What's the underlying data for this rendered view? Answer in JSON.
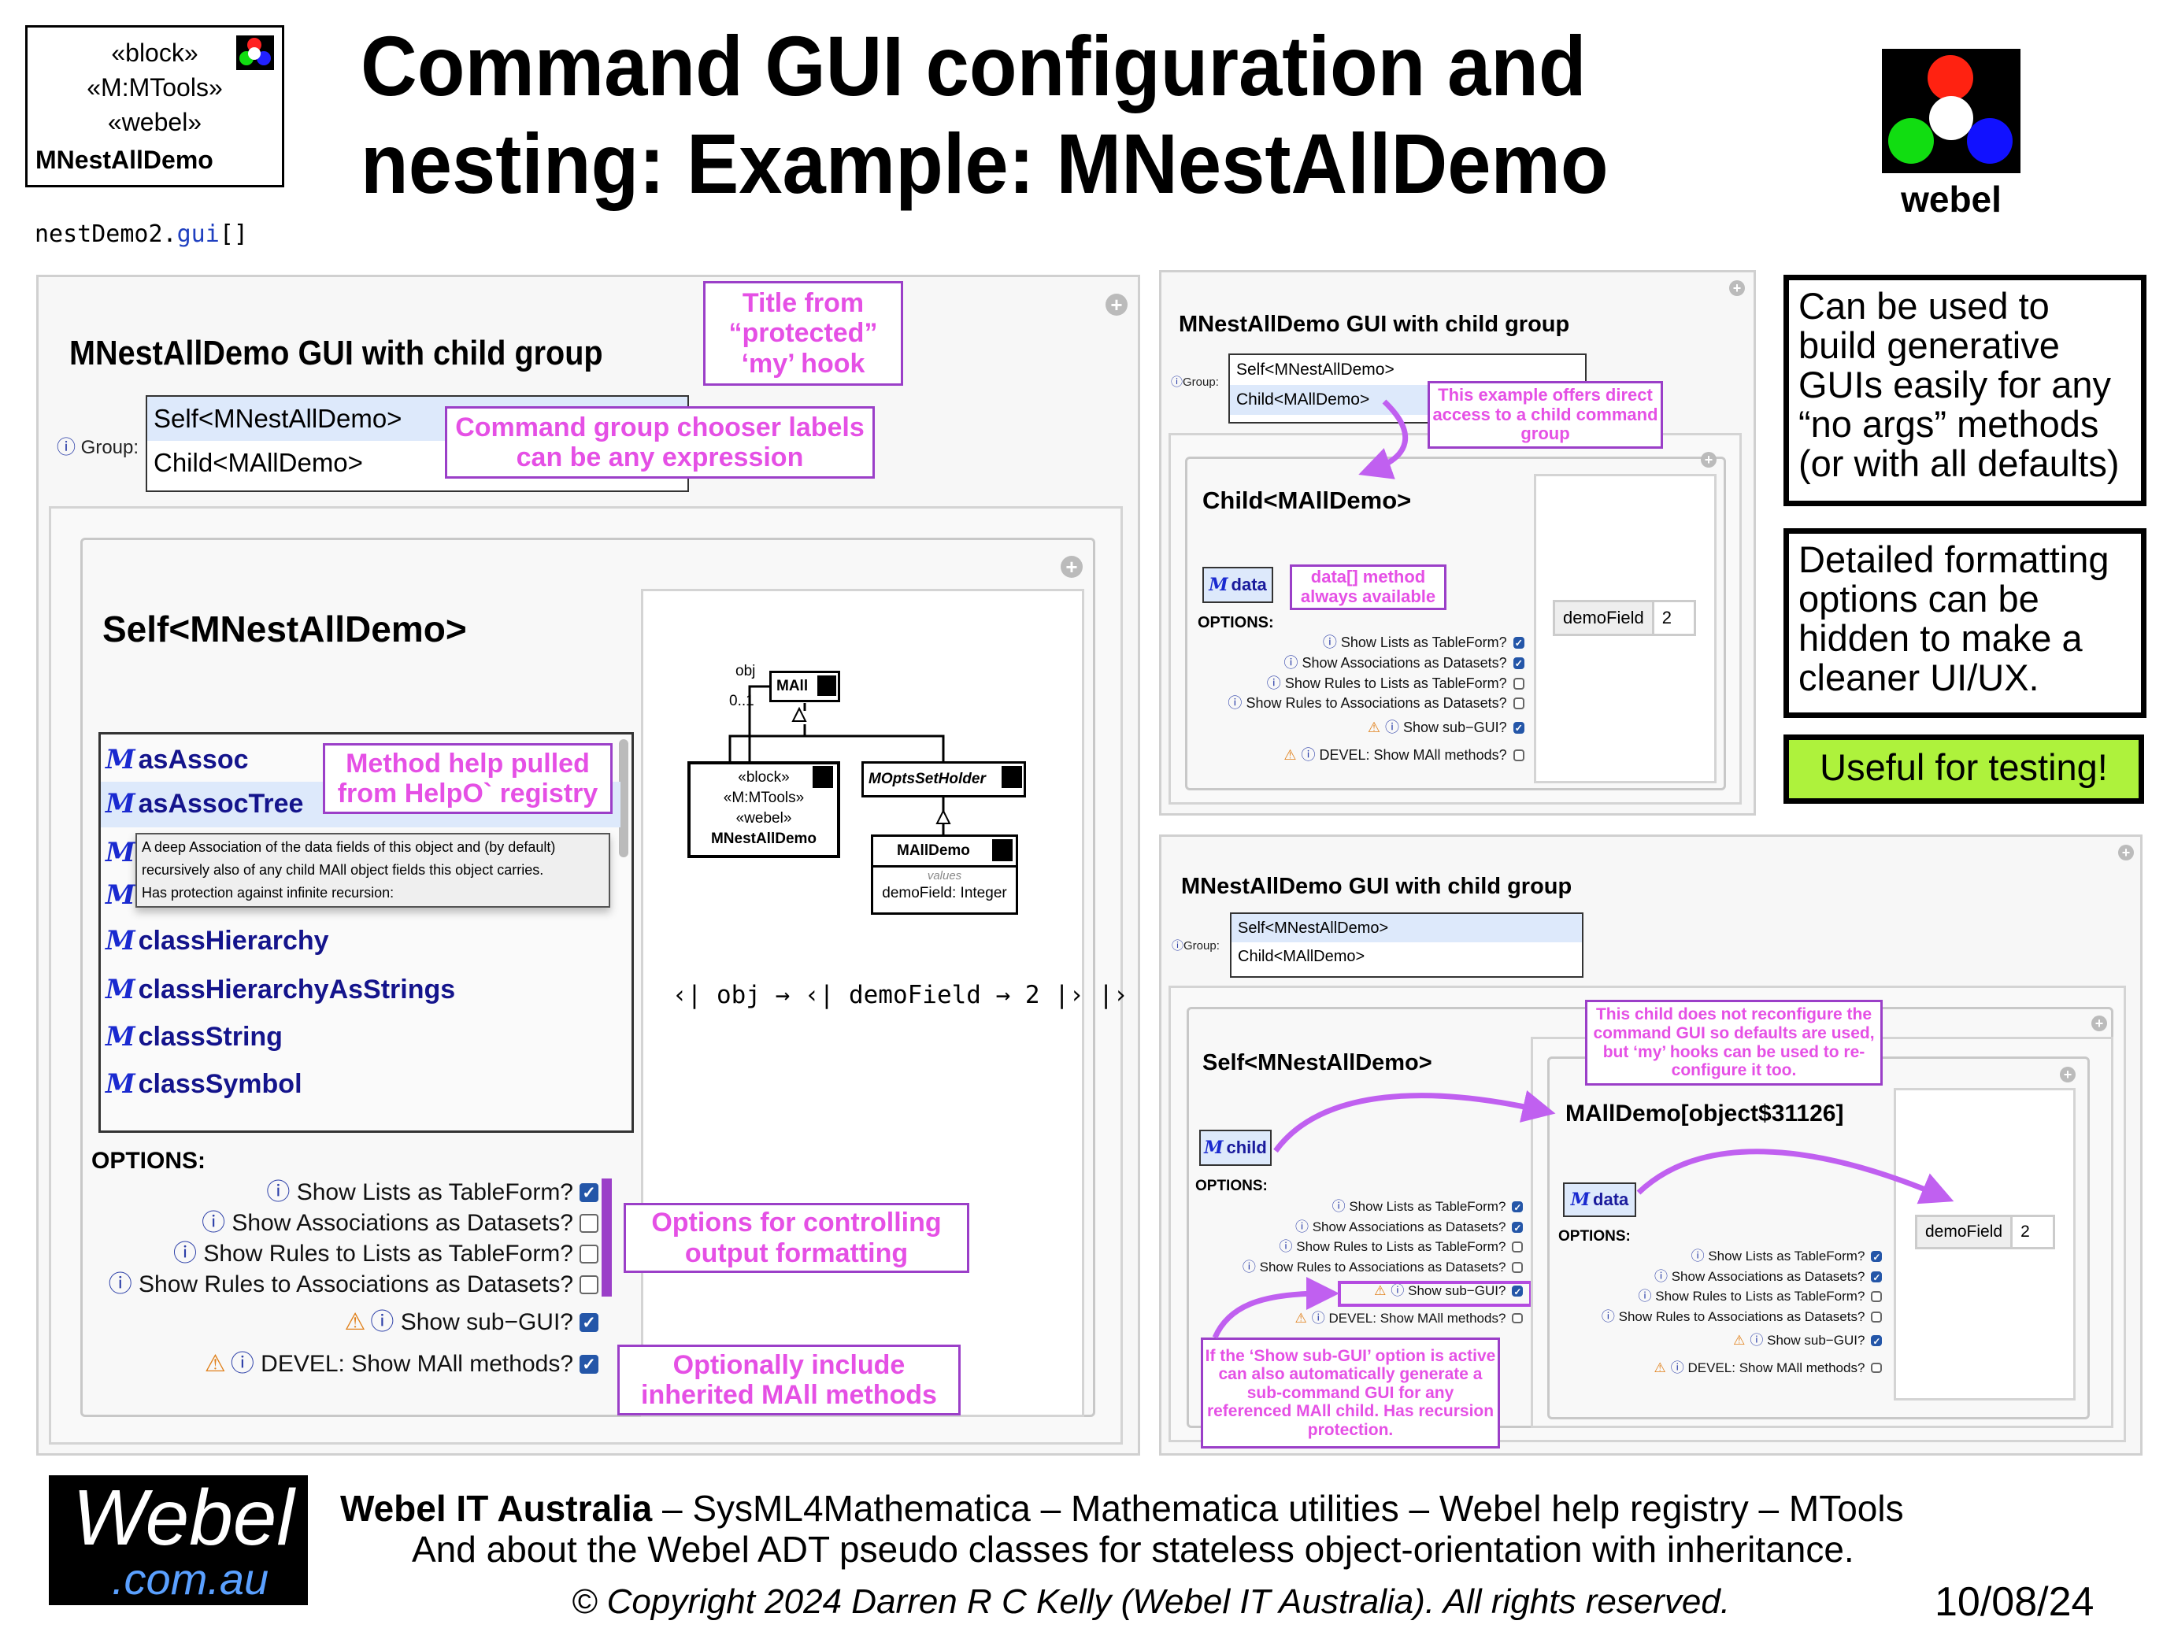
{
  "header": {
    "stereotypes": [
      "«block»",
      "«M:MTools»",
      "«webel»"
    ],
    "block_name": "MNestAllDemo",
    "file_ref_name": "nestDemo2.",
    "file_ref_ext": "gui",
    "file_ref_brackets": "[]",
    "title_line1": "Command GUI configuration and",
    "title_line2": "nesting: Example: MNestAllDemo",
    "logo_text": "webel"
  },
  "options": {
    "title": "OPTIONS:",
    "labels": [
      "Show Lists as TableForm?",
      "Show Associations as Datasets?",
      "Show Rules to Lists as TableForm?",
      "Show Rules to Associations as Datasets?",
      "Show sub−GUI?",
      "DEVEL: Show MAll methods?"
    ],
    "warn": [
      false,
      false,
      false,
      false,
      true,
      true
    ]
  },
  "left": {
    "title": "MNestAllDemo GUI with child group",
    "group_label": "Group:",
    "group_items": [
      "Self<MNestAllDemo>",
      "Child<MAllDemo>"
    ],
    "section_title": "Self<MNestAllDemo>",
    "methods": [
      "asAssoc",
      "asAssocTree",
      "classHierarchy",
      "classHierarchyAsStrings",
      "classString",
      "classSymbol"
    ],
    "tooltip": [
      "A deep Association of the data fields of this object and (by default)",
      "recursively also of any child MAll object fields this object carries.",
      "Has protection against infinite recursion:"
    ],
    "checked": [
      true,
      false,
      false,
      false,
      true,
      true
    ],
    "uml": {
      "obj_label": "obj",
      "mult": "0..1",
      "mall": "MAll",
      "block_stereo": [
        "«block»",
        "«M:MTools»",
        "«webel»"
      ],
      "block_name": "MNestAllDemo",
      "holder": "MOptsSetHolder",
      "malldemo": "MAllDemo",
      "values": "values",
      "field": "demoField",
      "field_type": ": Integer"
    },
    "expression": "‹| obj → ‹| demoField → 2 |› |›"
  },
  "right_top": {
    "title": "MNestAllDemo GUI with child group",
    "group_label": "Group:",
    "group_items": [
      "Self<MNestAllDemo>",
      "Child<MAllDemo>"
    ],
    "section_title": "Child<MAllDemo>",
    "method": "data",
    "field_name": "demoField",
    "field_value": "2",
    "checked": [
      true,
      true,
      false,
      false,
      true,
      false
    ]
  },
  "right_bottom": {
    "title": "MNestAllDemo GUI with child group",
    "group_label": "Group:",
    "group_items": [
      "Self<MNestAllDemo>",
      "Child<MAllDemo>"
    ],
    "section_title": "Self<MNestAllDemo>",
    "method": "child",
    "checked": [
      true,
      true,
      false,
      false,
      true,
      false
    ],
    "child_title": "MAllDemo[object$31126]",
    "child_method": "data",
    "field_name": "demoField",
    "field_value": "2",
    "child_checked": [
      true,
      true,
      false,
      false,
      true,
      false
    ]
  },
  "annotations": {
    "title_hook": "Title from “protected” ‘my’ hook",
    "chooser": "Command group chooser labels can be any expression",
    "method_help": "Method help pulled from HelpO` registry",
    "options": "Options for controlling output formatting",
    "inherited": "Optionally include inherited MAll methods",
    "direct_access": "This example offers direct access to a child command group",
    "data_method": "data[] method always available",
    "no_reconfig": "This child does not reconfigure the command GUI so defaults are used, but ‘my’ hooks can be used to re-configure it too.",
    "subgui": "If the ‘Show sub-GUI’ option is active can also automatically generate a sub-command GUI for any referenced MAll child. Has recursion protection."
  },
  "side": {
    "generative": "Can be used to build generative GUIs easily for any “no args” methods (or with all defaults)",
    "formatting": "Detailed formatting options can be hidden to make a cleaner UI/UX.",
    "testing": "Useful for testing!"
  },
  "footer": {
    "logo_top": "Webel",
    "logo_bottom": ".com.au",
    "line1_bold": "Webel IT Australia",
    "line1_rest": " – SysML4Mathematica – Mathematica utilities – Webel help registry – MTools",
    "line2": "And about the Webel ADT pseudo classes for stateless object-orientation with inheritance.",
    "copyright": "© Copyright 2024 Darren R C Kelly (Webel IT Australia). All rights reserved.",
    "date": "10/08/24"
  },
  "colors": {
    "annotation_text": "#e550e5",
    "annotation_border": "#9b3fc8",
    "method_blue": "#14148c",
    "checkbox": "#2456a8",
    "testing_bg": "#aef23c"
  }
}
